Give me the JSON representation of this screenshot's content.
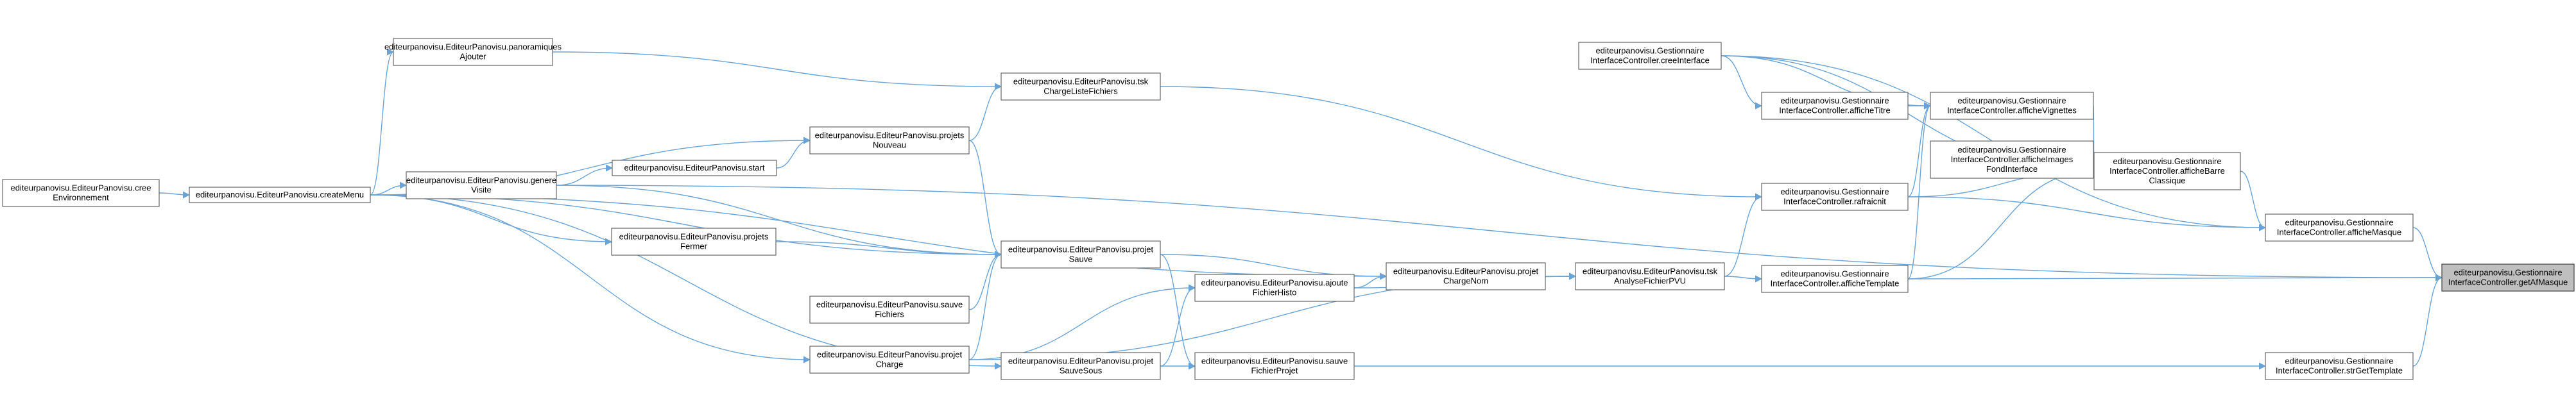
{
  "graph": {
    "nodes": [
      {
        "id": "n_cree",
        "lines": [
          "editeurpanovisu.EditeurPanovisu.cree",
          "Environnement"
        ]
      },
      {
        "id": "n_createMenu",
        "lines": [
          "editeurpanovisu.EditeurPanovisu.createMenu"
        ]
      },
      {
        "id": "n_panoAjouter",
        "lines": [
          "editeurpanovisu.EditeurPanovisu.panoramiques",
          "Ajouter"
        ]
      },
      {
        "id": "n_genere",
        "lines": [
          "editeurpanovisu.EditeurPanovisu.genere",
          "Visite"
        ]
      },
      {
        "id": "n_start",
        "lines": [
          "editeurpanovisu.EditeurPanovisu.start"
        ]
      },
      {
        "id": "n_projetsNouveau",
        "lines": [
          "editeurpanovisu.EditeurPanovisu.projets",
          "Nouveau"
        ]
      },
      {
        "id": "n_projetsFermer",
        "lines": [
          "editeurpanovisu.EditeurPanovisu.projets",
          "Fermer"
        ]
      },
      {
        "id": "n_sauveFichiers",
        "lines": [
          "editeurpanovisu.EditeurPanovisu.sauve",
          "Fichiers"
        ]
      },
      {
        "id": "n_projetCharge",
        "lines": [
          "editeurpanovisu.EditeurPanovisu.projet",
          "Charge"
        ]
      },
      {
        "id": "n_tskCharge",
        "lines": [
          "editeurpanovisu.EditeurPanovisu.tsk",
          "ChargeListeFichiers"
        ]
      },
      {
        "id": "n_projetSauve",
        "lines": [
          "editeurpanovisu.EditeurPanovisu.projet",
          "Sauve"
        ]
      },
      {
        "id": "n_ajouteFichierHisto",
        "lines": [
          "editeurpanovisu.EditeurPanovisu.ajoute",
          "FichierHisto"
        ]
      },
      {
        "id": "n_projetSauveSous",
        "lines": [
          "editeurpanovisu.EditeurPanovisu.projet",
          "SauveSous"
        ]
      },
      {
        "id": "n_sauveFichierProjet",
        "lines": [
          "editeurpanovisu.EditeurPanovisu.sauve",
          "FichierProjet"
        ]
      },
      {
        "id": "n_projetChargeNom",
        "lines": [
          "editeurpanovisu.EditeurPanovisu.projet",
          "ChargeNom"
        ]
      },
      {
        "id": "n_tskAnalyse",
        "lines": [
          "editeurpanovisu.EditeurPanovisu.tsk",
          "AnalyseFichierPVU"
        ]
      },
      {
        "id": "n_creeInterface",
        "lines": [
          "editeurpanovisu.Gestionnaire",
          "InterfaceController.creeInterface"
        ]
      },
      {
        "id": "n_afficheTitre",
        "lines": [
          "editeurpanovisu.Gestionnaire",
          "InterfaceController.afficheTitre"
        ]
      },
      {
        "id": "n_afficheVignettes",
        "lines": [
          "editeurpanovisu.Gestionnaire",
          "InterfaceController.afficheVignettes"
        ]
      },
      {
        "id": "n_afficheImagesFond",
        "lines": [
          "editeurpanovisu.Gestionnaire",
          "InterfaceController.afficheImages",
          "FondInterface"
        ]
      },
      {
        "id": "n_rafraicnit",
        "lines": [
          "editeurpanovisu.Gestionnaire",
          "InterfaceController.rafraicnit"
        ]
      },
      {
        "id": "n_afficheTemplate",
        "lines": [
          "editeurpanovisu.Gestionnaire",
          "InterfaceController.afficheTemplate"
        ]
      },
      {
        "id": "n_afficheBarre",
        "lines": [
          "editeurpanovisu.Gestionnaire",
          "InterfaceController.afficheBarre",
          "Classique"
        ]
      },
      {
        "id": "n_afficheMasque",
        "lines": [
          "editeurpanovisu.Gestionnaire",
          "InterfaceController.afficheMasque"
        ]
      },
      {
        "id": "n_strGetTemplate",
        "lines": [
          "editeurpanovisu.Gestionnaire",
          "InterfaceController.strGetTemplate"
        ]
      },
      {
        "id": "n_getAfMasque",
        "lines": [
          "editeurpanovisu.Gestionnaire",
          "InterfaceController.getAfMasque"
        ],
        "highlight": true
      }
    ],
    "edges": [
      [
        "n_createMenu",
        "n_cree"
      ],
      [
        "n_panoAjouter",
        "n_createMenu"
      ],
      [
        "n_genere",
        "n_createMenu"
      ],
      [
        "n_projetsNouveau",
        "n_createMenu"
      ],
      [
        "n_projetsFermer",
        "n_createMenu"
      ],
      [
        "n_projetSauve",
        "n_createMenu"
      ],
      [
        "n_projetCharge",
        "n_createMenu"
      ],
      [
        "n_projetSauveSous",
        "n_createMenu"
      ],
      [
        "n_projetChargeNom",
        "n_createMenu"
      ],
      [
        "n_start",
        "n_genere"
      ],
      [
        "n_projetsNouveau",
        "n_start"
      ],
      [
        "n_projetSauve",
        "n_genere"
      ],
      [
        "n_tskCharge",
        "n_panoAjouter"
      ],
      [
        "n_tskCharge",
        "n_projetsNouveau"
      ],
      [
        "n_projetSauve",
        "n_projetsNouveau"
      ],
      [
        "n_projetSauve",
        "n_projetsFermer"
      ],
      [
        "n_projetSauve",
        "n_sauveFichiers"
      ],
      [
        "n_projetSauve",
        "n_projetCharge"
      ],
      [
        "n_ajouteFichierHisto",
        "n_projetCharge"
      ],
      [
        "n_projetChargeNom",
        "n_projetSauve"
      ],
      [
        "n_ajouteFichierHisto",
        "n_projetSauveSous"
      ],
      [
        "n_sauveFichierProjet",
        "n_projetSauveSous"
      ],
      [
        "n_sauveFichierProjet",
        "n_projetSauve"
      ],
      [
        "n_projetChargeNom",
        "n_ajouteFichierHisto"
      ],
      [
        "n_tskAnalyse",
        "n_projetChargeNom"
      ],
      [
        "n_tskAnalyse",
        "n_projetCharge"
      ],
      [
        "n_tskAnalyse",
        "n_ajouteFichierHisto"
      ],
      [
        "n_rafraicnit",
        "n_tskCharge"
      ],
      [
        "n_rafraicnit",
        "n_tskAnalyse"
      ],
      [
        "n_afficheTemplate",
        "n_tskAnalyse"
      ],
      [
        "n_afficheVignettes",
        "n_afficheTitre"
      ],
      [
        "n_afficheTitre",
        "n_creeInterface"
      ],
      [
        "n_afficheVignettes",
        "n_creeInterface"
      ],
      [
        "n_afficheVignettes",
        "n_rafraicnit"
      ],
      [
        "n_afficheVignettes",
        "n_afficheTemplate"
      ],
      [
        "n_afficheBarre",
        "n_afficheVignettes"
      ],
      [
        "n_afficheBarre",
        "n_rafraicnit"
      ],
      [
        "n_afficheBarre",
        "n_afficheTemplate"
      ],
      [
        "n_afficheBarre",
        "n_creeInterface"
      ],
      [
        "n_afficheMasque",
        "n_afficheBarre"
      ],
      [
        "n_afficheMasque",
        "n_rafraicnit"
      ],
      [
        "n_afficheMasque",
        "n_creeInterface"
      ],
      [
        "n_getAfMasque",
        "n_afficheMasque"
      ],
      [
        "n_getAfMasque",
        "n_afficheTemplate"
      ],
      [
        "n_getAfMasque",
        "n_strGetTemplate"
      ],
      [
        "n_getAfMasque",
        "n_genere"
      ],
      [
        "n_strGetTemplate",
        "n_sauveFichierProjet"
      ]
    ]
  }
}
